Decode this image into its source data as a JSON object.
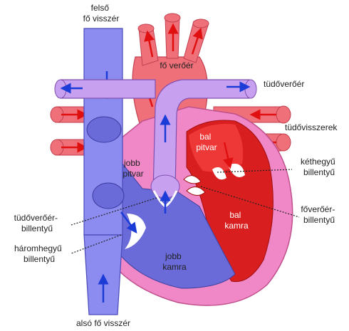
{
  "labels": {
    "superior_vena_cava": [
      "felső",
      "fő visszér"
    ],
    "aorta": "fő verőér",
    "pulmonary_artery": "tüdőverőér",
    "pulmonary_veins": "tüdővisszerek",
    "right_atrium": [
      "jobb",
      "pitvar"
    ],
    "left_atrium": [
      "bal",
      "pitvar"
    ],
    "mitral_valve": [
      "kéthegyű",
      "billentyű"
    ],
    "aortic_valve": [
      "főverőér-",
      "billentyű"
    ],
    "pulmonary_valve": [
      "tüdőverőér-",
      "billentyű"
    ],
    "tricuspid_valve": [
      "háromhegyű",
      "billentyű"
    ],
    "right_ventricle": [
      "jobb",
      "kamra"
    ],
    "left_ventricle": [
      "bal",
      "kamra"
    ],
    "inferior_vena_cava": "alsó fő visszér"
  },
  "colors": {
    "deoxygenated": "#8c8cf0",
    "deoxygenated_dark": "#6a6ad8",
    "oxygenated": "#f0707a",
    "oxygenated_dark": "#d81e1e",
    "pulmonary_artery": "#c8a0f0",
    "heart_wall": "#f088c8",
    "arrow_blue": "#1c3cd8",
    "arrow_red": "#e01010"
  }
}
